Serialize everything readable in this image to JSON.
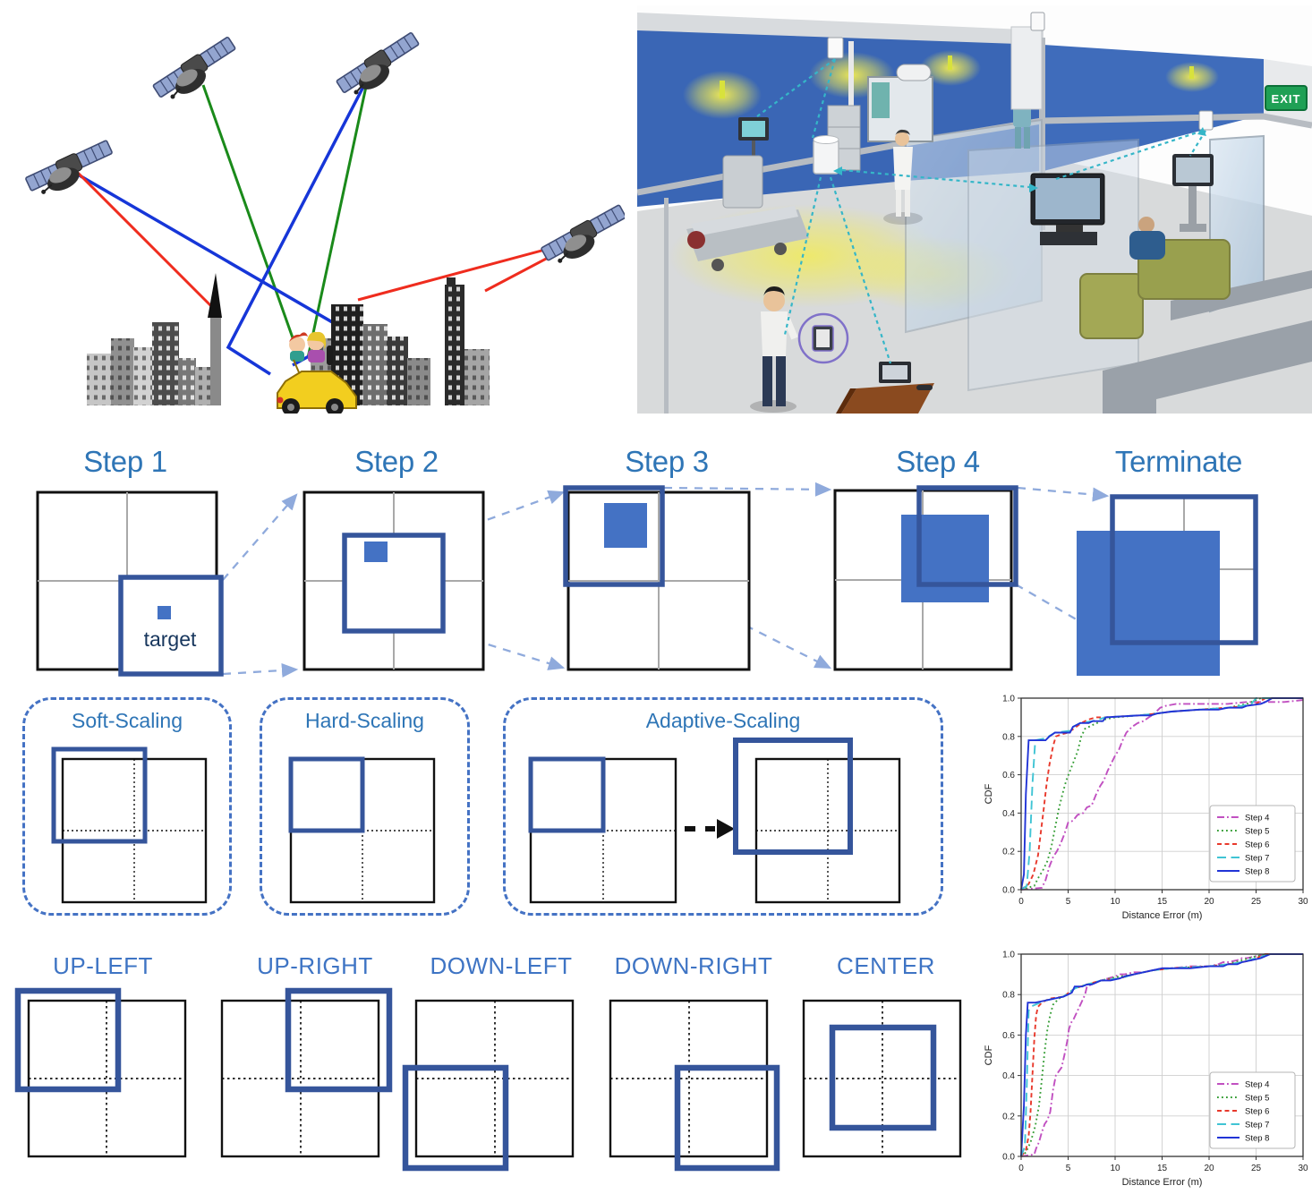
{
  "figure": {
    "description_visible_text_only": true
  },
  "indoor_scene": {
    "exit_sign": "EXIT"
  },
  "steps_row": {
    "panels": [
      {
        "label": "Step 1"
      },
      {
        "label": "Step 2"
      },
      {
        "label": "Step 3"
      },
      {
        "label": "Step 4"
      },
      {
        "label": "Terminate"
      }
    ],
    "target_label": "target"
  },
  "scaling_row": {
    "boxes": [
      {
        "title": "Soft-Scaling"
      },
      {
        "title": "Hard-Scaling"
      },
      {
        "title": "Adaptive-Scaling"
      }
    ]
  },
  "directions_row": {
    "panels": [
      {
        "label": "UP-LEFT"
      },
      {
        "label": "UP-RIGHT"
      },
      {
        "label": "DOWN-LEFT"
      },
      {
        "label": "DOWN-RIGHT"
      },
      {
        "label": "CENTER"
      }
    ]
  },
  "colors": {
    "step_title_blue": "#2E75B6",
    "direction_title_blue": "#3E74C4",
    "selection_box_blue": "#35559B",
    "filled_square_blue": "#4472C4",
    "dashed_container_blue": "#4472C4",
    "connector_blue": "#8FAADC"
  },
  "chart_data": [
    {
      "type": "line",
      "title": "",
      "xlabel": "Distance Error (m)",
      "ylabel": "CDF",
      "xlim": [
        0,
        30
      ],
      "ylim": [
        0,
        1.0
      ],
      "xticks": [
        0,
        5,
        10,
        15,
        20,
        25,
        30
      ],
      "yticks": [
        0.0,
        0.2,
        0.4,
        0.6,
        0.8,
        1.0
      ],
      "grid": true,
      "legend_position": "lower right",
      "series": [
        {
          "name": "Step 4",
          "color": "#C150C1",
          "dash": "dashdot",
          "x": [
            0,
            2.2,
            2.6,
            3.0,
            3.4,
            3.8,
            4.2,
            4.6,
            5.0,
            5.5,
            6.0,
            6.6,
            7.0,
            7.5,
            8.0,
            8.4,
            8.8,
            9.2,
            9.6,
            10.0,
            10.4,
            10.8,
            11.2,
            11.8,
            12.4,
            13.0,
            13.6,
            14.2,
            14.8,
            15.4,
            16.5,
            18,
            20,
            22,
            24,
            26,
            28,
            30
          ],
          "y": [
            0,
            0.01,
            0.05,
            0.12,
            0.17,
            0.2,
            0.24,
            0.29,
            0.35,
            0.36,
            0.39,
            0.4,
            0.43,
            0.44,
            0.5,
            0.54,
            0.57,
            0.62,
            0.66,
            0.7,
            0.73,
            0.78,
            0.82,
            0.85,
            0.87,
            0.88,
            0.9,
            0.92,
            0.95,
            0.96,
            0.97,
            0.97,
            0.97,
            0.97,
            0.98,
            0.98,
            0.98,
            0.99
          ]
        },
        {
          "name": "Step 5",
          "color": "#379E37",
          "dash": "dotted",
          "x": [
            0,
            1.4,
            1.8,
            2.3,
            2.8,
            3.2,
            3.6,
            4.0,
            4.4,
            4.8,
            5.2,
            5.6,
            6.0,
            6.4,
            6.8,
            7.2,
            7.6,
            9.0,
            10,
            12.5,
            14.5,
            16,
            19,
            22,
            24,
            25.5,
            30
          ],
          "y": [
            0,
            0.02,
            0.06,
            0.1,
            0.15,
            0.22,
            0.32,
            0.42,
            0.5,
            0.57,
            0.62,
            0.67,
            0.72,
            0.8,
            0.84,
            0.85,
            0.86,
            0.89,
            0.9,
            0.91,
            0.92,
            0.93,
            0.94,
            0.95,
            0.97,
            1.0,
            1.0
          ]
        },
        {
          "name": "Step 6",
          "color": "#E8392C",
          "dash": "dashed",
          "x": [
            0,
            0.8,
            1.3,
            1.8,
            2.1,
            2.4,
            2.7,
            3.0,
            3.4,
            3.7,
            4.2,
            5.0,
            5.6,
            6.4,
            6.8,
            7.3,
            8.0,
            9.0,
            12.5,
            14.5,
            16,
            19,
            22,
            24,
            25,
            26,
            30
          ],
          "y": [
            0,
            0.03,
            0.08,
            0.18,
            0.3,
            0.42,
            0.55,
            0.65,
            0.75,
            0.8,
            0.81,
            0.82,
            0.84,
            0.87,
            0.88,
            0.89,
            0.9,
            0.9,
            0.91,
            0.92,
            0.93,
            0.94,
            0.95,
            0.96,
            0.97,
            1.0,
            1.0
          ]
        },
        {
          "name": "Step 7",
          "color": "#40C4D4",
          "dash": "longdash",
          "x": [
            0,
            0.6,
            0.9,
            1.2,
            1.5,
            2.6,
            3.6,
            5.2,
            5.5,
            6.3,
            7.6,
            9.0,
            12.5,
            14.5,
            16,
            19,
            22,
            23.5,
            24.5,
            25,
            30
          ],
          "y": [
            0,
            0.02,
            0.2,
            0.55,
            0.78,
            0.79,
            0.82,
            0.83,
            0.85,
            0.87,
            0.88,
            0.9,
            0.91,
            0.92,
            0.93,
            0.94,
            0.95,
            0.96,
            0.97,
            1.0,
            1.0
          ]
        },
        {
          "name": "Step 8",
          "color": "#2134D6",
          "dash": "solid",
          "x": [
            0,
            0.3,
            0.5,
            0.8,
            2.6,
            3.0,
            3.3,
            3.6,
            5.2,
            5.5,
            5.9,
            6.3,
            7.2,
            7.6,
            8.7,
            9.0,
            12.5,
            13.8,
            14.5,
            16,
            19,
            21,
            22,
            23.5,
            24,
            25.5,
            26,
            26.7,
            30
          ],
          "y": [
            0,
            0.08,
            0.5,
            0.78,
            0.78,
            0.8,
            0.81,
            0.82,
            0.82,
            0.85,
            0.86,
            0.87,
            0.87,
            0.88,
            0.88,
            0.9,
            0.91,
            0.91,
            0.92,
            0.93,
            0.94,
            0.94,
            0.95,
            0.95,
            0.96,
            0.97,
            0.98,
            1.0,
            1.0
          ]
        }
      ]
    },
    {
      "type": "line",
      "title": "",
      "xlabel": "Distance Error (m)",
      "ylabel": "CDF",
      "xlim": [
        0,
        30
      ],
      "ylim": [
        0,
        1.0
      ],
      "xticks": [
        0,
        5,
        10,
        15,
        20,
        25,
        30
      ],
      "yticks": [
        0.0,
        0.2,
        0.4,
        0.6,
        0.8,
        1.0
      ],
      "grid": true,
      "legend_position": "lower right",
      "series": [
        {
          "name": "Step 4",
          "color": "#C150C1",
          "dash": "dashdot",
          "x": [
            0,
            1.4,
            1.6,
            1.9,
            2.2,
            2.5,
            2.8,
            3.1,
            3.4,
            3.7,
            4.0,
            4.3,
            4.6,
            4.9,
            5.1,
            5.3,
            5.6,
            5.9,
            6.2,
            6.5,
            6.8,
            7.0,
            7.5,
            8.5,
            10,
            10.5,
            11,
            12,
            13,
            15,
            16,
            18,
            20,
            21,
            21.5,
            22,
            23,
            23.5,
            24,
            25,
            26,
            30
          ],
          "y": [
            0,
            0.01,
            0.04,
            0.07,
            0.12,
            0.16,
            0.18,
            0.22,
            0.33,
            0.4,
            0.42,
            0.44,
            0.5,
            0.57,
            0.63,
            0.66,
            0.68,
            0.71,
            0.74,
            0.77,
            0.8,
            0.84,
            0.85,
            0.87,
            0.89,
            0.9,
            0.9,
            0.91,
            0.91,
            0.93,
            0.93,
            0.94,
            0.94,
            0.95,
            0.96,
            0.96,
            0.97,
            0.98,
            0.98,
            0.99,
            1.0,
            1.0
          ]
        },
        {
          "name": "Step 5",
          "color": "#379E37",
          "dash": "dotted",
          "x": [
            0,
            0.5,
            1.0,
            1.5,
            1.9,
            2.2,
            2.5,
            2.8,
            3.1,
            3.4,
            4.0,
            4.5,
            5.7,
            7.0,
            8.0,
            8.5,
            10.5,
            12,
            14,
            16,
            20,
            22,
            23.5,
            25,
            26.5,
            30
          ],
          "y": [
            0,
            0.02,
            0.07,
            0.15,
            0.25,
            0.38,
            0.52,
            0.63,
            0.7,
            0.75,
            0.78,
            0.79,
            0.83,
            0.85,
            0.86,
            0.87,
            0.89,
            0.9,
            0.92,
            0.93,
            0.94,
            0.95,
            0.97,
            0.99,
            1.0,
            1.0
          ]
        },
        {
          "name": "Step 6",
          "color": "#E8392C",
          "dash": "dashed",
          "x": [
            0,
            0.5,
            0.8,
            1.0,
            1.2,
            1.4,
            1.6,
            1.8,
            2.2,
            3.0,
            4.5,
            5.7,
            7.0,
            8.5,
            10.5,
            12,
            14,
            16,
            20,
            22,
            23.5,
            24.5,
            26,
            30
          ],
          "y": [
            0,
            0.03,
            0.1,
            0.22,
            0.4,
            0.58,
            0.7,
            0.74,
            0.76,
            0.78,
            0.79,
            0.83,
            0.85,
            0.87,
            0.88,
            0.9,
            0.92,
            0.93,
            0.94,
            0.95,
            0.96,
            0.97,
            1.0,
            1.0
          ]
        },
        {
          "name": "Step 7",
          "color": "#40C4D4",
          "dash": "longdash",
          "x": [
            0,
            0.4,
            0.6,
            0.8,
            1.0,
            2.5,
            4.5,
            5.7,
            7.0,
            8.5,
            10.5,
            12,
            14,
            16,
            20,
            22,
            23.5,
            25,
            26.5,
            30
          ],
          "y": [
            0,
            0.05,
            0.35,
            0.72,
            0.74,
            0.77,
            0.79,
            0.83,
            0.85,
            0.87,
            0.88,
            0.9,
            0.92,
            0.93,
            0.94,
            0.95,
            0.96,
            0.98,
            1.0,
            1.0
          ]
        },
        {
          "name": "Step 8",
          "color": "#2134D6",
          "dash": "solid",
          "x": [
            0,
            0.3,
            0.5,
            0.7,
            1.5,
            2.5,
            3.5,
            4.5,
            5.0,
            5.4,
            5.7,
            6.5,
            7.0,
            7.5,
            8.5,
            9.5,
            10.5,
            11,
            12,
            13,
            14,
            15,
            16,
            18,
            20,
            21.5,
            22,
            23,
            23.5,
            24.5,
            25.5,
            26.5,
            30
          ],
          "y": [
            0,
            0.25,
            0.6,
            0.76,
            0.76,
            0.77,
            0.78,
            0.79,
            0.8,
            0.81,
            0.84,
            0.84,
            0.85,
            0.85,
            0.87,
            0.87,
            0.88,
            0.89,
            0.9,
            0.91,
            0.92,
            0.93,
            0.93,
            0.93,
            0.94,
            0.94,
            0.95,
            0.95,
            0.96,
            0.97,
            0.98,
            1.0,
            1.0
          ]
        }
      ]
    }
  ]
}
